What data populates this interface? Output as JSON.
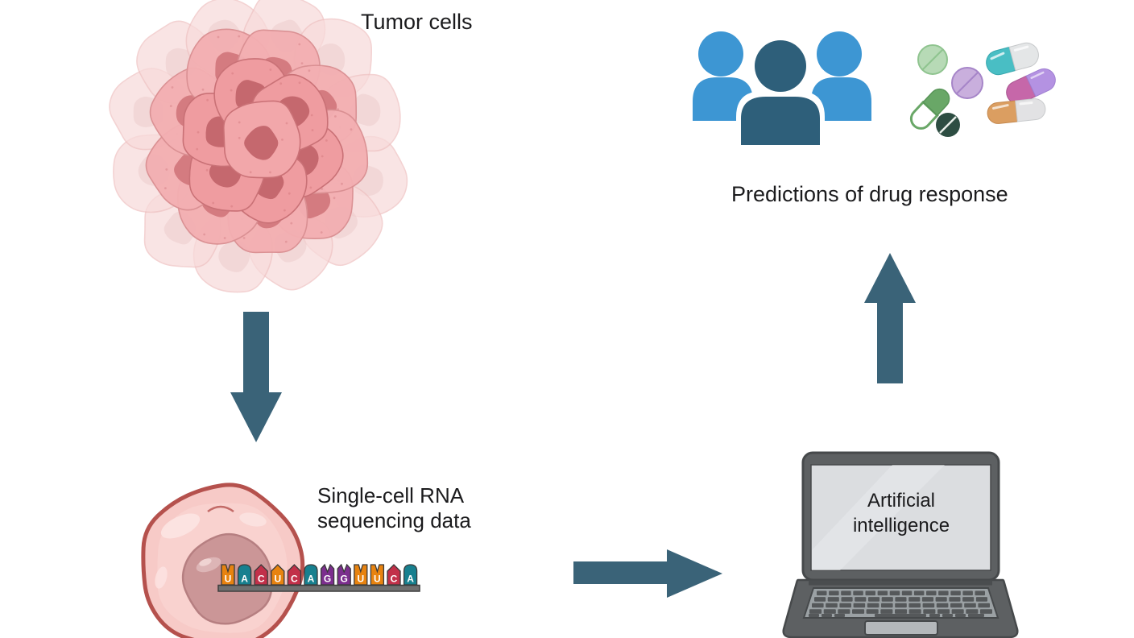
{
  "diagram": {
    "background": "#FFFFFF",
    "labels": {
      "tumor_cells": "Tumor cells",
      "single_cell_line1": "Single-cell RNA",
      "single_cell_line2": "sequencing data",
      "ai_line1": "Artificial",
      "ai_line2": "intelligence",
      "predictions": "Predictions of drug response"
    },
    "colors": {
      "arrow": "#3A6378",
      "person_light": "#3D96D3",
      "person_dark": "#2E5F7A",
      "text": "#1B1B1D",
      "laptop_frame": "#5D6062",
      "laptop_screen": "#DBDDE0"
    },
    "rna_sequence": {
      "sequence": "UACUCAGGUUCA",
      "letter_color": "#FFFFFF",
      "bar_color": "#6E6E6E",
      "tiles": [
        {
          "letter": "U",
          "color": "#E8830F",
          "shape": "notch"
        },
        {
          "letter": "A",
          "color": "#17808F",
          "shape": "dome"
        },
        {
          "letter": "C",
          "color": "#C23049",
          "shape": "point"
        },
        {
          "letter": "U",
          "color": "#E8830F",
          "shape": "point"
        },
        {
          "letter": "C",
          "color": "#C23049",
          "shape": "point"
        },
        {
          "letter": "A",
          "color": "#17808F",
          "shape": "dome"
        },
        {
          "letter": "G",
          "color": "#7C2E8E",
          "shape": "mnotch"
        },
        {
          "letter": "G",
          "color": "#7C2E8E",
          "shape": "mnotch"
        },
        {
          "letter": "U",
          "color": "#E8830F",
          "shape": "notch"
        },
        {
          "letter": "U",
          "color": "#E8830F",
          "shape": "notch"
        },
        {
          "letter": "C",
          "color": "#C23049",
          "shape": "point"
        },
        {
          "letter": "A",
          "color": "#17808F",
          "shape": "dome"
        }
      ]
    },
    "pills": [
      {
        "name": "round-tablet-green",
        "fill": "#B7DAB6",
        "stroke": "#8FC48F"
      },
      {
        "name": "round-tablet-lavender",
        "fill": "#C9AFDD",
        "stroke": "#A685C8"
      },
      {
        "name": "capsule-teal-white",
        "fill_a": "#49BEC4",
        "fill_b": "#E4E6E7"
      },
      {
        "name": "capsule-pink-purple",
        "fill_a": "#C667A9",
        "fill_b": "#B492E2"
      },
      {
        "name": "capsule-orange-white",
        "fill_a": "#DB9E61",
        "fill_b": "#E2E2E4"
      },
      {
        "name": "capsule-green-outline",
        "fill_a": "#69A767",
        "fill_b": "#FFFFFF"
      },
      {
        "name": "round-tablet-dark-green",
        "fill": "#2D4D42"
      }
    ],
    "icons": [
      "tumor-cells-illustration",
      "arrow-down-icon",
      "single-cell-illustration",
      "rna-sequence-strip",
      "arrow-right-icon",
      "laptop-icon",
      "arrow-up-icon",
      "people-group-icon",
      "pills-icon"
    ]
  }
}
